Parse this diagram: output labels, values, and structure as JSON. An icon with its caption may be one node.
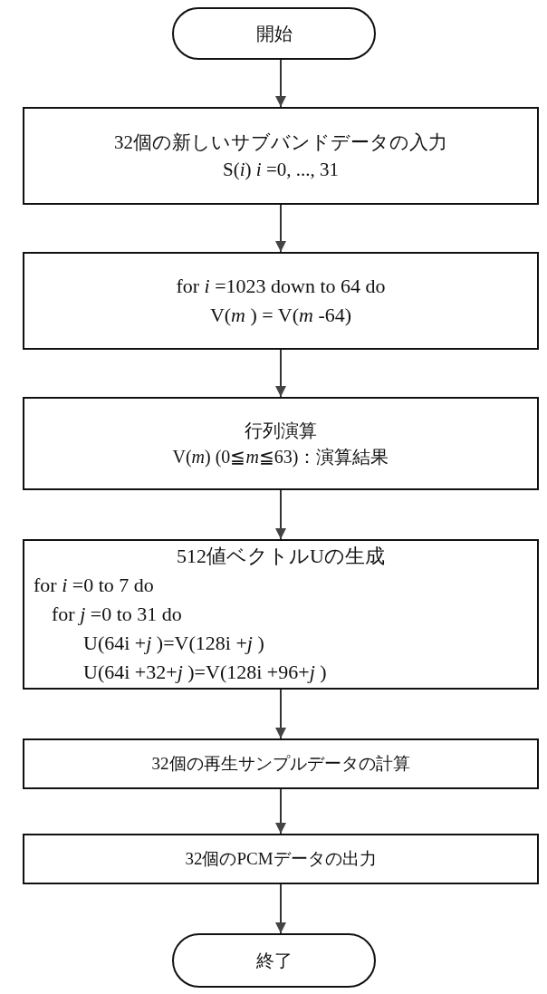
{
  "diagram": {
    "nodes": [
      {
        "text": [
          "開始"
        ]
      },
      {
        "text": [
          "32個の新しいサブバンドデータの入力",
          "S(*i*)  *i* =0, ..., 31"
        ]
      },
      {
        "text": [
          "for *i* =1023 down to 64 do",
          "V(*m* ) = V(*m* -64)"
        ]
      },
      {
        "text": [
          "行列演算",
          "V(*m*)  (0≦*m*≦63)：演算結果"
        ]
      },
      {
        "text": [
          "512値ベクトルUの生成",
          "for *i* =0 to 7 do",
          "for *j* =0 to 31 do",
          "U(64i +*j* )=V(128i +*j* )",
          "U(64i +32+*j* )=V(128i +96+*j* )"
        ]
      },
      {
        "text": [
          "32個の再生サンプルデータの計算"
        ]
      },
      {
        "text": [
          "32個のPCMデータの出力"
        ]
      },
      {
        "text": [
          "終了"
        ]
      }
    ],
    "edges": [
      {
        "from": 0,
        "to": 1,
        "arrow": "to"
      },
      {
        "from": 1,
        "to": 2,
        "arrow": "to"
      },
      {
        "from": 2,
        "to": 3,
        "arrow": "to"
      },
      {
        "from": 3,
        "to": 4,
        "arrow": "to"
      },
      {
        "from": 4,
        "to": 5,
        "arrow": "to"
      },
      {
        "from": 5,
        "to": 6,
        "arrow": "to"
      },
      {
        "from": 6,
        "to": 7,
        "arrow": "to"
      }
    ]
  }
}
